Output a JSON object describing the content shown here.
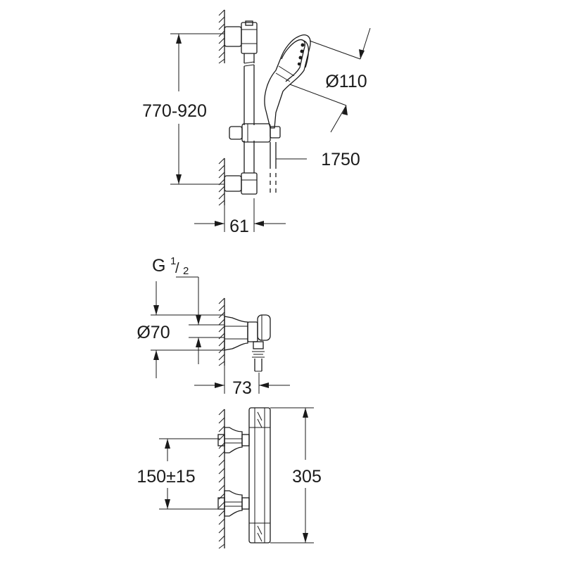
{
  "dimensions": {
    "rail_height": "770-920",
    "head_diameter": "Ø110",
    "hose_length": "1750",
    "rail_offset": "61",
    "thread_letter": "G",
    "thread_num": "1",
    "thread_den": "2",
    "escutcheon_diameter": "Ø70",
    "mixer_offset": "73",
    "inlet_spacing": "150±15",
    "mixer_height": "305"
  },
  "colors": {
    "line": "#1a1a1a",
    "background": "#ffffff"
  }
}
